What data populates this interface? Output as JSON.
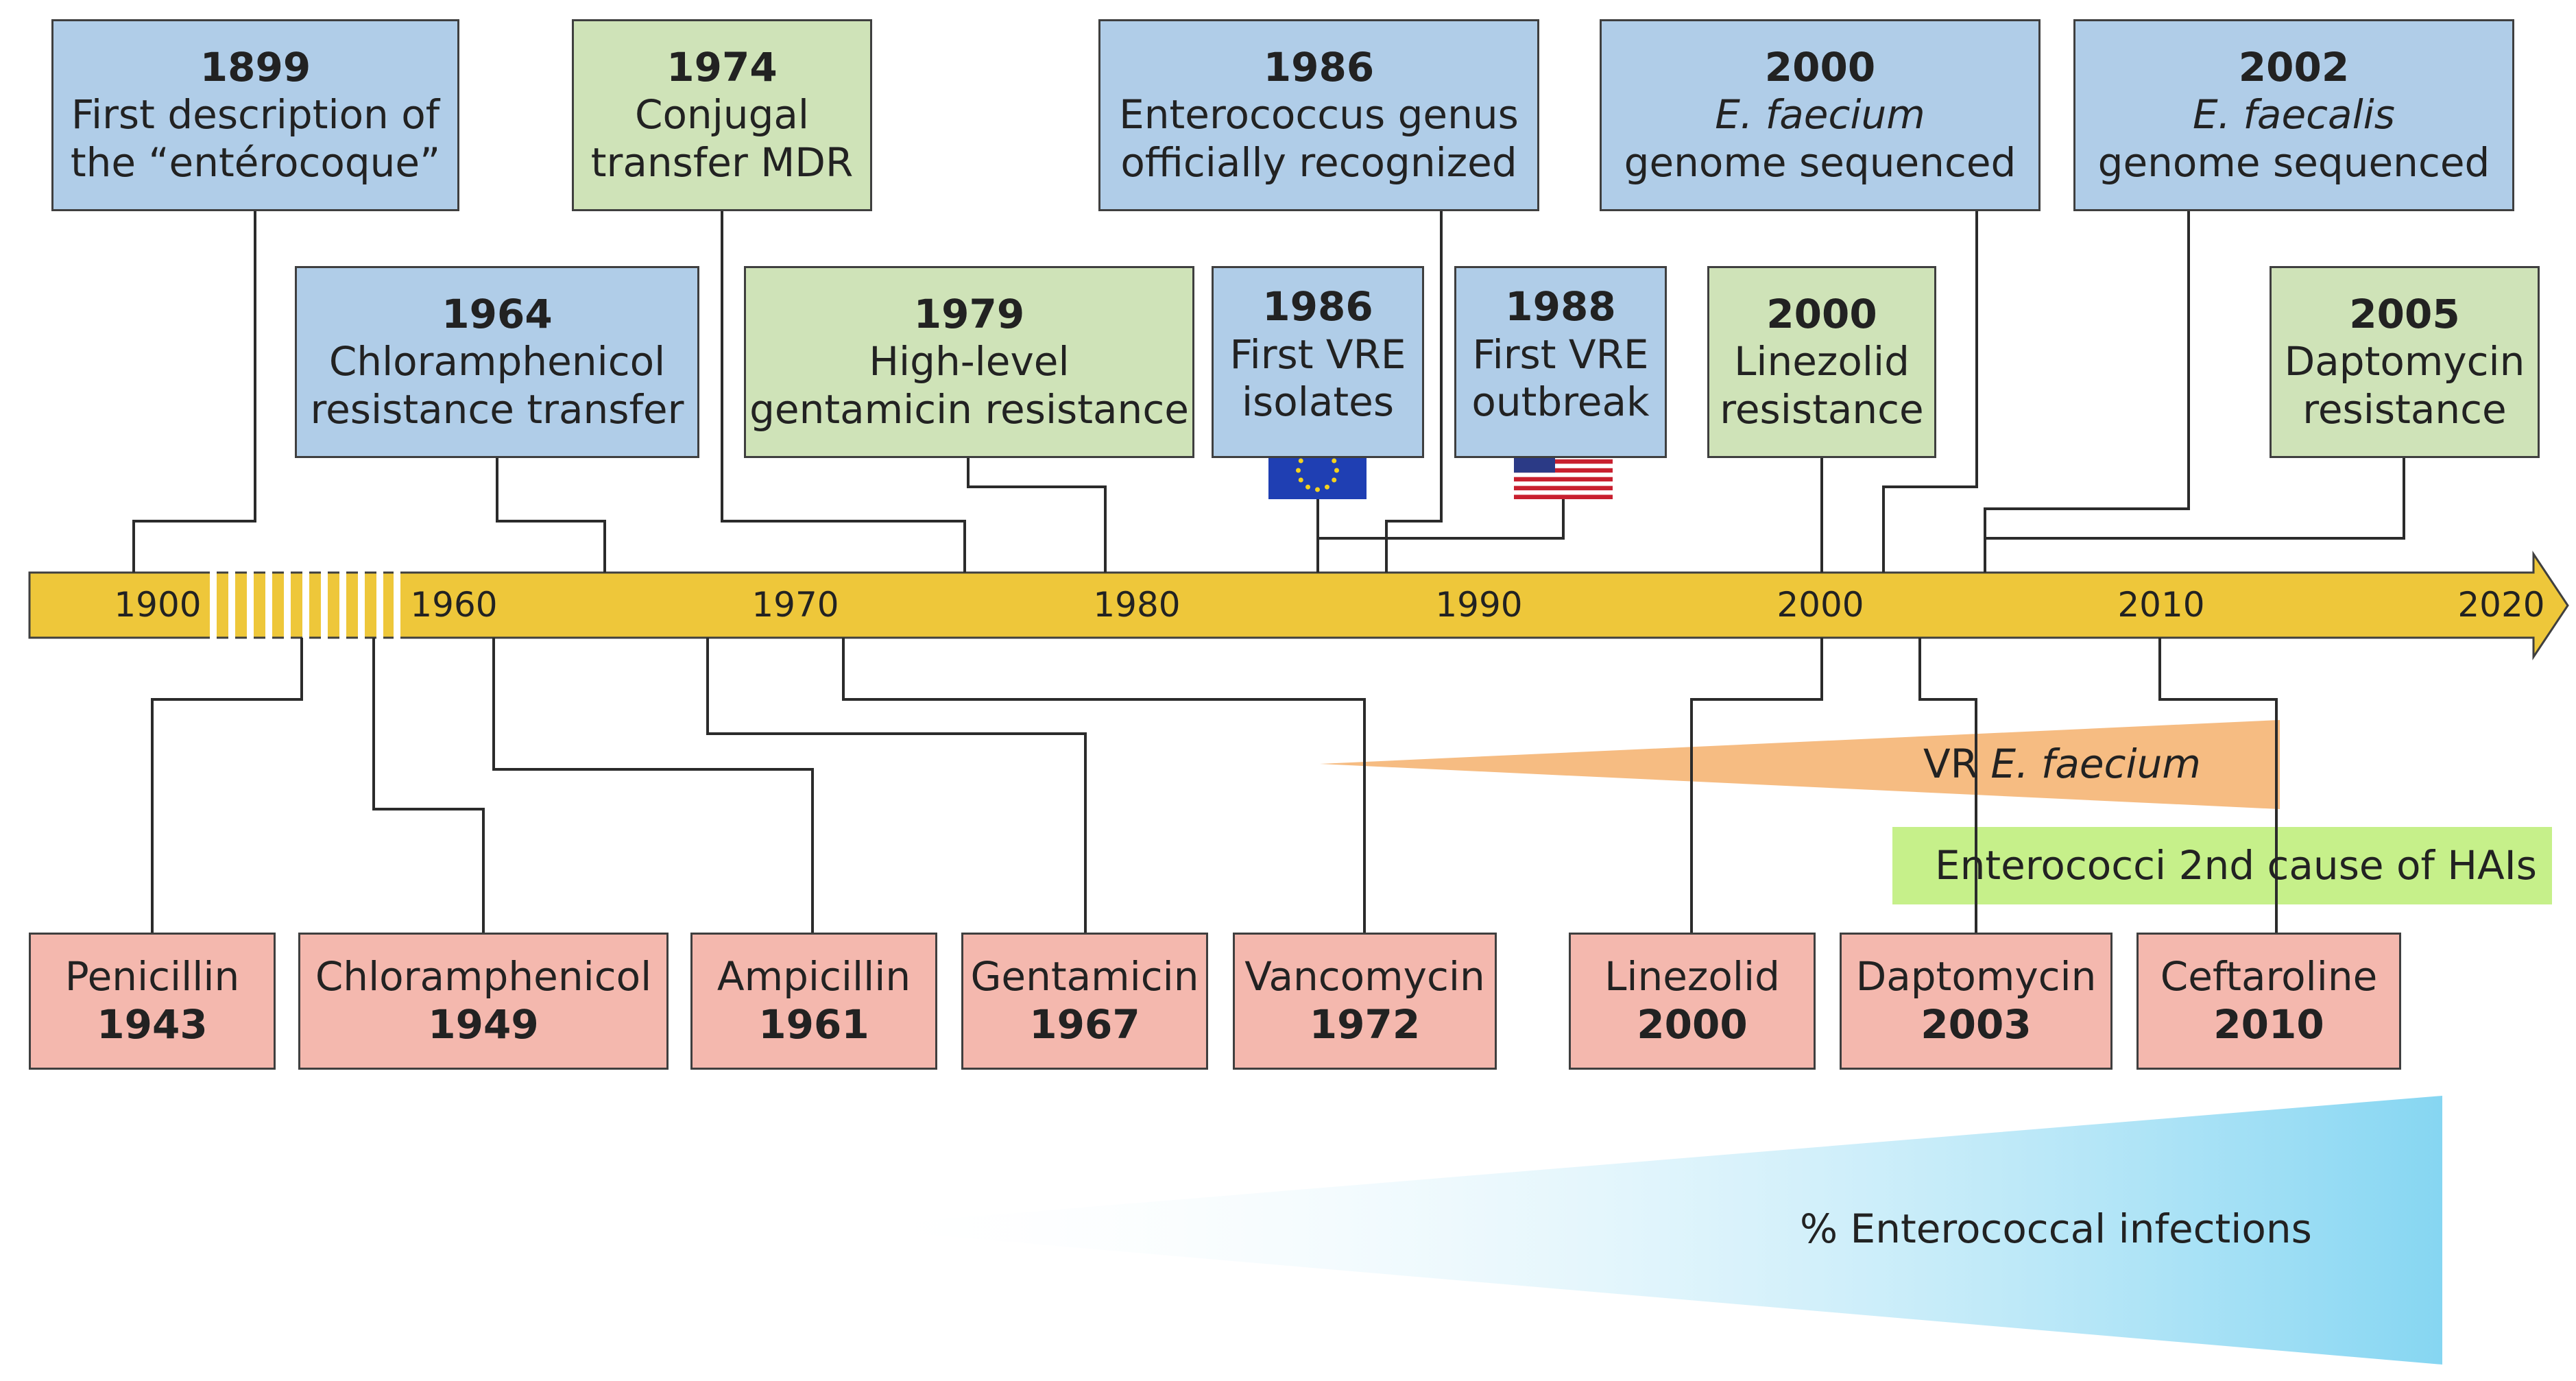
{
  "axis": {
    "ticks": [
      "1900",
      "1960",
      "1970",
      "1980",
      "1990",
      "2000",
      "2010",
      "2020"
    ]
  },
  "events_top": [
    {
      "year": "1899",
      "lines": [
        "First description of",
        "the “entérocoque”"
      ]
    },
    {
      "year": "1974",
      "lines": [
        "Conjugal",
        "transfer MDR"
      ]
    },
    {
      "year": "1986",
      "lines": [
        "Enterococcus genus",
        "officially recognized"
      ]
    },
    {
      "year": "2000",
      "lines": [
        "E. faecium",
        "genome sequenced"
      ]
    },
    {
      "year": "2002",
      "lines": [
        "E. faecalis",
        "genome sequenced"
      ]
    },
    {
      "year": "1964",
      "lines": [
        "Chloramphenicol",
        "resistance transfer"
      ]
    },
    {
      "year": "1979",
      "lines": [
        "High-level",
        "gentamicin resistance"
      ]
    },
    {
      "year": "1986",
      "lines": [
        "First VRE",
        "isolates"
      ]
    },
    {
      "year": "1988",
      "lines": [
        "First VRE",
        "outbreak"
      ]
    },
    {
      "year": "2000",
      "lines": [
        "Linezolid",
        "resistance"
      ]
    },
    {
      "year": "2005",
      "lines": [
        "Daptomycin",
        "resistance"
      ]
    }
  ],
  "flags": [
    "eu-flag-icon",
    "us-flag-icon"
  ],
  "antibiotics": [
    {
      "name": "Penicillin",
      "year": "1943"
    },
    {
      "name": "Chloramphenicol",
      "year": "1949"
    },
    {
      "name": "Ampicillin",
      "year": "1961"
    },
    {
      "name": "Gentamicin",
      "year": "1967"
    },
    {
      "name": "Vancomycin",
      "year": "1972"
    },
    {
      "name": "Linezolid",
      "year": "2000"
    },
    {
      "name": "Daptomycin",
      "year": "2003"
    },
    {
      "name": "Ceftaroline",
      "year": "2010"
    }
  ],
  "trends": {
    "vr_prefix": "VR ",
    "vr_species": "E. faecium",
    "hai": "Enterococci 2nd cause of HAIs",
    "infections": "% Enterococcal infections"
  },
  "colors": {
    "axis": "#eec73a",
    "blue_box": "#b0cde8",
    "green_box": "#cfe3b8",
    "pink_box": "#f4b8ae",
    "orange_wedge": "#f6bc82",
    "hai_band": "#c6f08a",
    "cyan_wedge": "#86d6f2"
  }
}
